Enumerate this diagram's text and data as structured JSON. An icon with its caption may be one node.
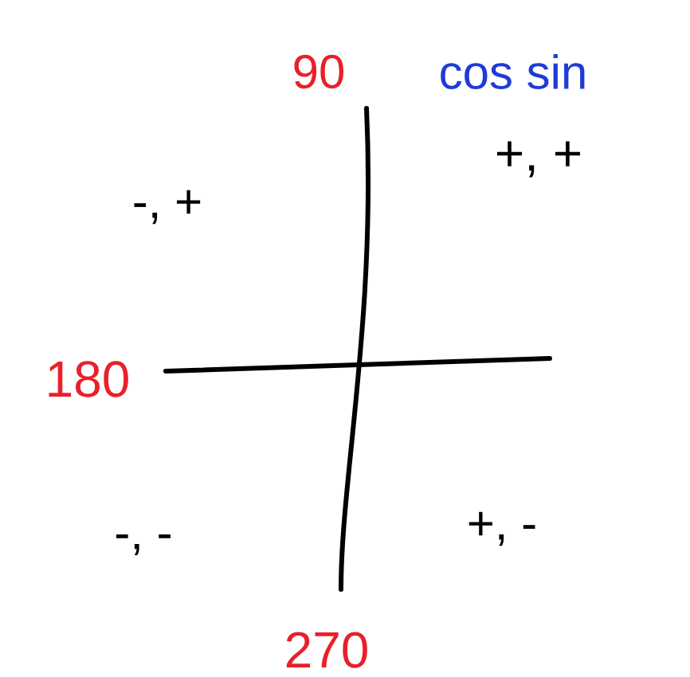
{
  "diagram": {
    "labels": [
      "90",
      "cos sin",
      "+, +",
      "-, +",
      "180",
      "-, -",
      "+, -",
      "270"
    ]
  }
}
